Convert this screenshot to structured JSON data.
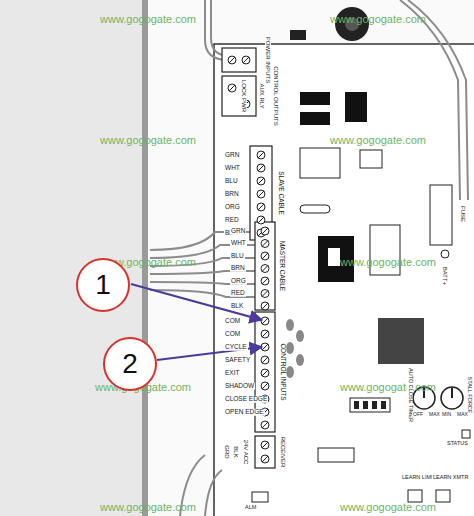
{
  "diagram": {
    "nodes": [
      {
        "text": [
          "1"
        ]
      },
      {
        "text": [
          "2"
        ]
      }
    ],
    "labels": [
      "www.gogogate.com",
      "www.gogogate.com",
      "www.gogogate.com",
      "www.gogogate.com",
      "www.gogogate.com",
      "www.gogogate.com",
      "www.gogogate.com",
      "www.gogogate.com",
      "www.gogogate.com",
      "www.gogogate.com",
      "POWER INPUTS",
      "LOCK PWR",
      "AUX RLY",
      "CONTROL OUTPUTS",
      "GRN",
      "WHT",
      "BLU",
      "BRN",
      "ORG",
      "RED",
      "BLK",
      "SLAVE CABLE",
      "GRN",
      "WHT",
      "BLU",
      "BRN",
      "ORG",
      "RED",
      "BLK",
      "MASTER CABLE",
      "COM",
      "COM",
      "CYCLE",
      "SAFETY",
      "EXIT",
      "SHADOW",
      "CLOSE EDGE",
      "OPEN EDGE",
      "GRD",
      "BLK",
      "24V ACC",
      "CONTROL INPUTS",
      "RECEIVER",
      "FUSE",
      "BATT+",
      "AUTO CLOSE TIMER",
      "STALL FORCE",
      "OFF",
      "MAX",
      "MIN",
      "MAX",
      "LEARN LIMIT",
      "LEARN XMTR",
      "STATUS",
      "ALM"
    ]
  }
}
